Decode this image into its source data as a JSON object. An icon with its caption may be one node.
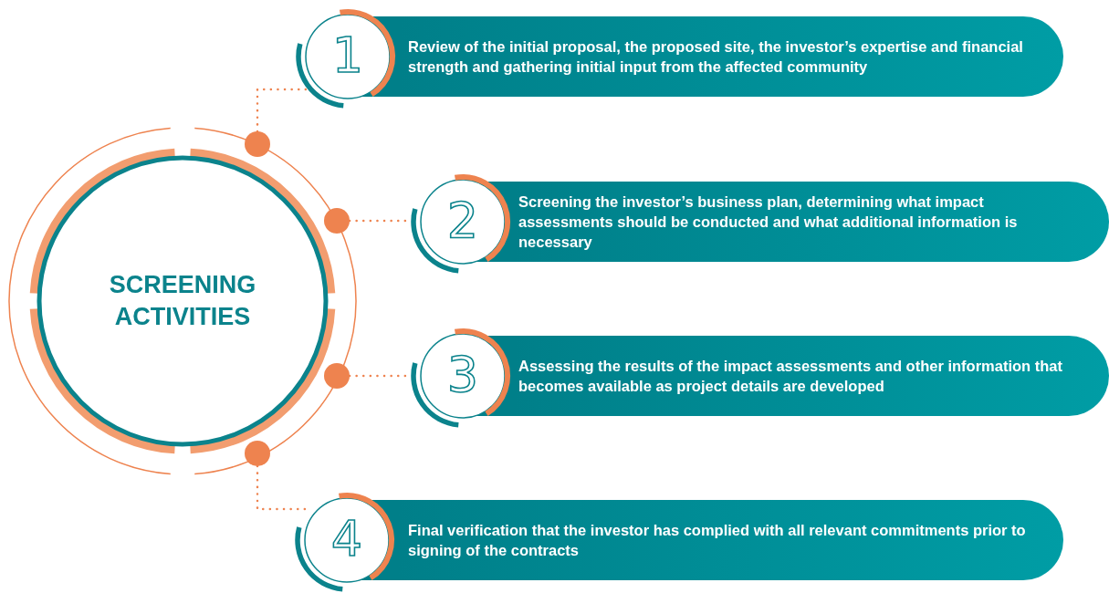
{
  "diagram": {
    "nodes": [
      {
        "text": [
          "SCREENING ACTIVITIES"
        ]
      },
      {
        "text": [],
        "shape": "circle"
      },
      {
        "text": [],
        "shape": "circle"
      },
      {
        "text": [],
        "shape": "circle"
      },
      {
        "text": [],
        "shape": "circle"
      },
      {
        "text": [
          "1"
        ]
      },
      {
        "text": [
          "2"
        ]
      },
      {
        "text": [
          "3"
        ]
      },
      {
        "text": [
          "4"
        ]
      },
      {
        "text": [
          "Review of the initial proposal, the proposed site, the investor’s expertise and financial strength and gathering initial input from the affected community"
        ]
      },
      {
        "text": [
          "Screening the investor’s business plan, determining what impact assessments should be conducted and what additional information is necessary"
        ]
      },
      {
        "text": [
          "Assessing the results of the impact assessments and other information that becomes available as project details are developed"
        ]
      },
      {
        "text": [
          "Final verification that the investor has complied with all relevant commitments prior to signing of the contracts"
        ]
      }
    ],
    "edges": [
      {
        "from": 1,
        "to": 5,
        "arrow": "none",
        "style": "dashed"
      },
      {
        "from": 2,
        "to": 6,
        "arrow": "none",
        "style": "dashed"
      },
      {
        "from": 3,
        "to": 7,
        "arrow": "none",
        "style": "dashed"
      },
      {
        "from": 4,
        "to": 8,
        "arrow": "none",
        "style": "dashed"
      }
    ]
  }
}
